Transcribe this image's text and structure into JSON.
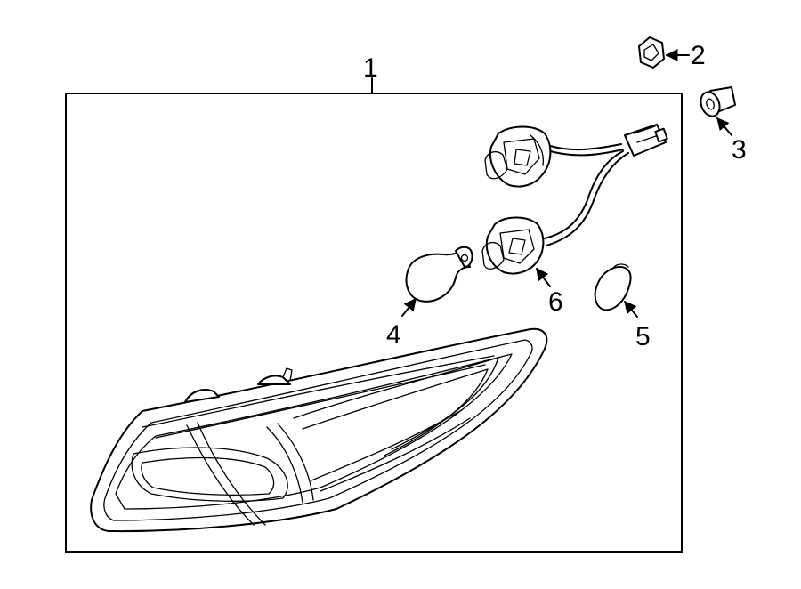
{
  "callouts": {
    "c1": "1",
    "c2": "2",
    "c3": "3",
    "c4": "4",
    "c5": "5",
    "c6": "6"
  },
  "colors": {
    "line": "#000000",
    "background": "#ffffff"
  },
  "icons": [
    "tail-lamp-assembly-icon",
    "nut-icon",
    "grommet-icon",
    "bulb-icon",
    "bulb-socket-icon",
    "wiring-harness-icon",
    "connector-icon"
  ]
}
